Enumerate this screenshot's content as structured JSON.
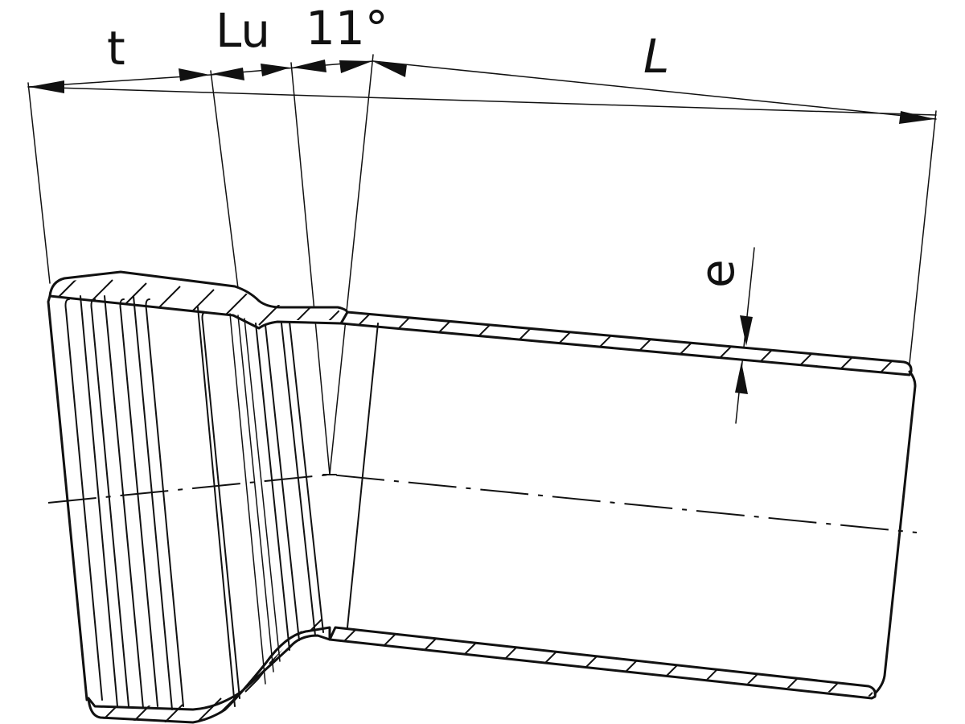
{
  "dimensions": {
    "t": "t",
    "lu": "Lu",
    "angle": "11°",
    "l": "L",
    "e": "e"
  }
}
